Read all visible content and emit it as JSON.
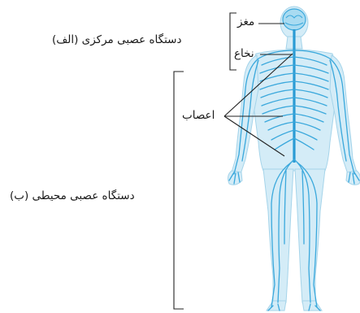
{
  "labels": {
    "brain": "مغز",
    "spinal_cord": "نخاع",
    "nerves": "اعصاب",
    "cns": "دستگاه عصبی مرکزی (الف)",
    "pns": "دستگاه عصبی محیطی (ب)"
  },
  "colors": {
    "body_fill": "#cfeaf6",
    "body_stroke": "#9fd2ea",
    "nerve": "#3aa8dc",
    "line": "#222222"
  }
}
